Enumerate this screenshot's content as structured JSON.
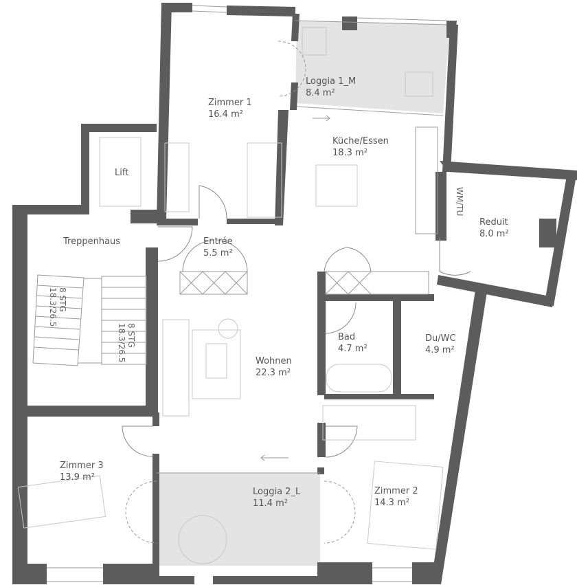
{
  "colors": {
    "wall": "#5c5c5c",
    "loggia": "#e4e4e4",
    "text": "#555555"
  },
  "rooms": [
    {
      "name": "Zimmer 1",
      "area": "16.4 m²"
    },
    {
      "name": "Loggia 1_M",
      "area": "8.4 m²"
    },
    {
      "name": "Küche/Essen",
      "area": "18.3 m²"
    },
    {
      "name": "Lift",
      "area": ""
    },
    {
      "name": "Reduit",
      "area": "8.0 m²"
    },
    {
      "name": "Treppenhaus",
      "area": ""
    },
    {
      "name": "Entrée",
      "area": "5.5 m²"
    },
    {
      "name": "Bad",
      "area": "4.7 m²"
    },
    {
      "name": "Du/WC",
      "area": "4.9 m²"
    },
    {
      "name": "Wohnen",
      "area": "22.3 m²"
    },
    {
      "name": "Zimmer 3",
      "area": "13.9 m²"
    },
    {
      "name": "Loggia 2_L",
      "area": "11.4 m²"
    },
    {
      "name": "Zimmer 2",
      "area": "14.3 m²"
    }
  ],
  "labels": {
    "washer": "WM/TU"
  },
  "stairs": [
    {
      "steps": "8 STG",
      "dims": "18.3/26.5"
    },
    {
      "steps": "8 STG",
      "dims": "18.3/26.5"
    }
  ]
}
